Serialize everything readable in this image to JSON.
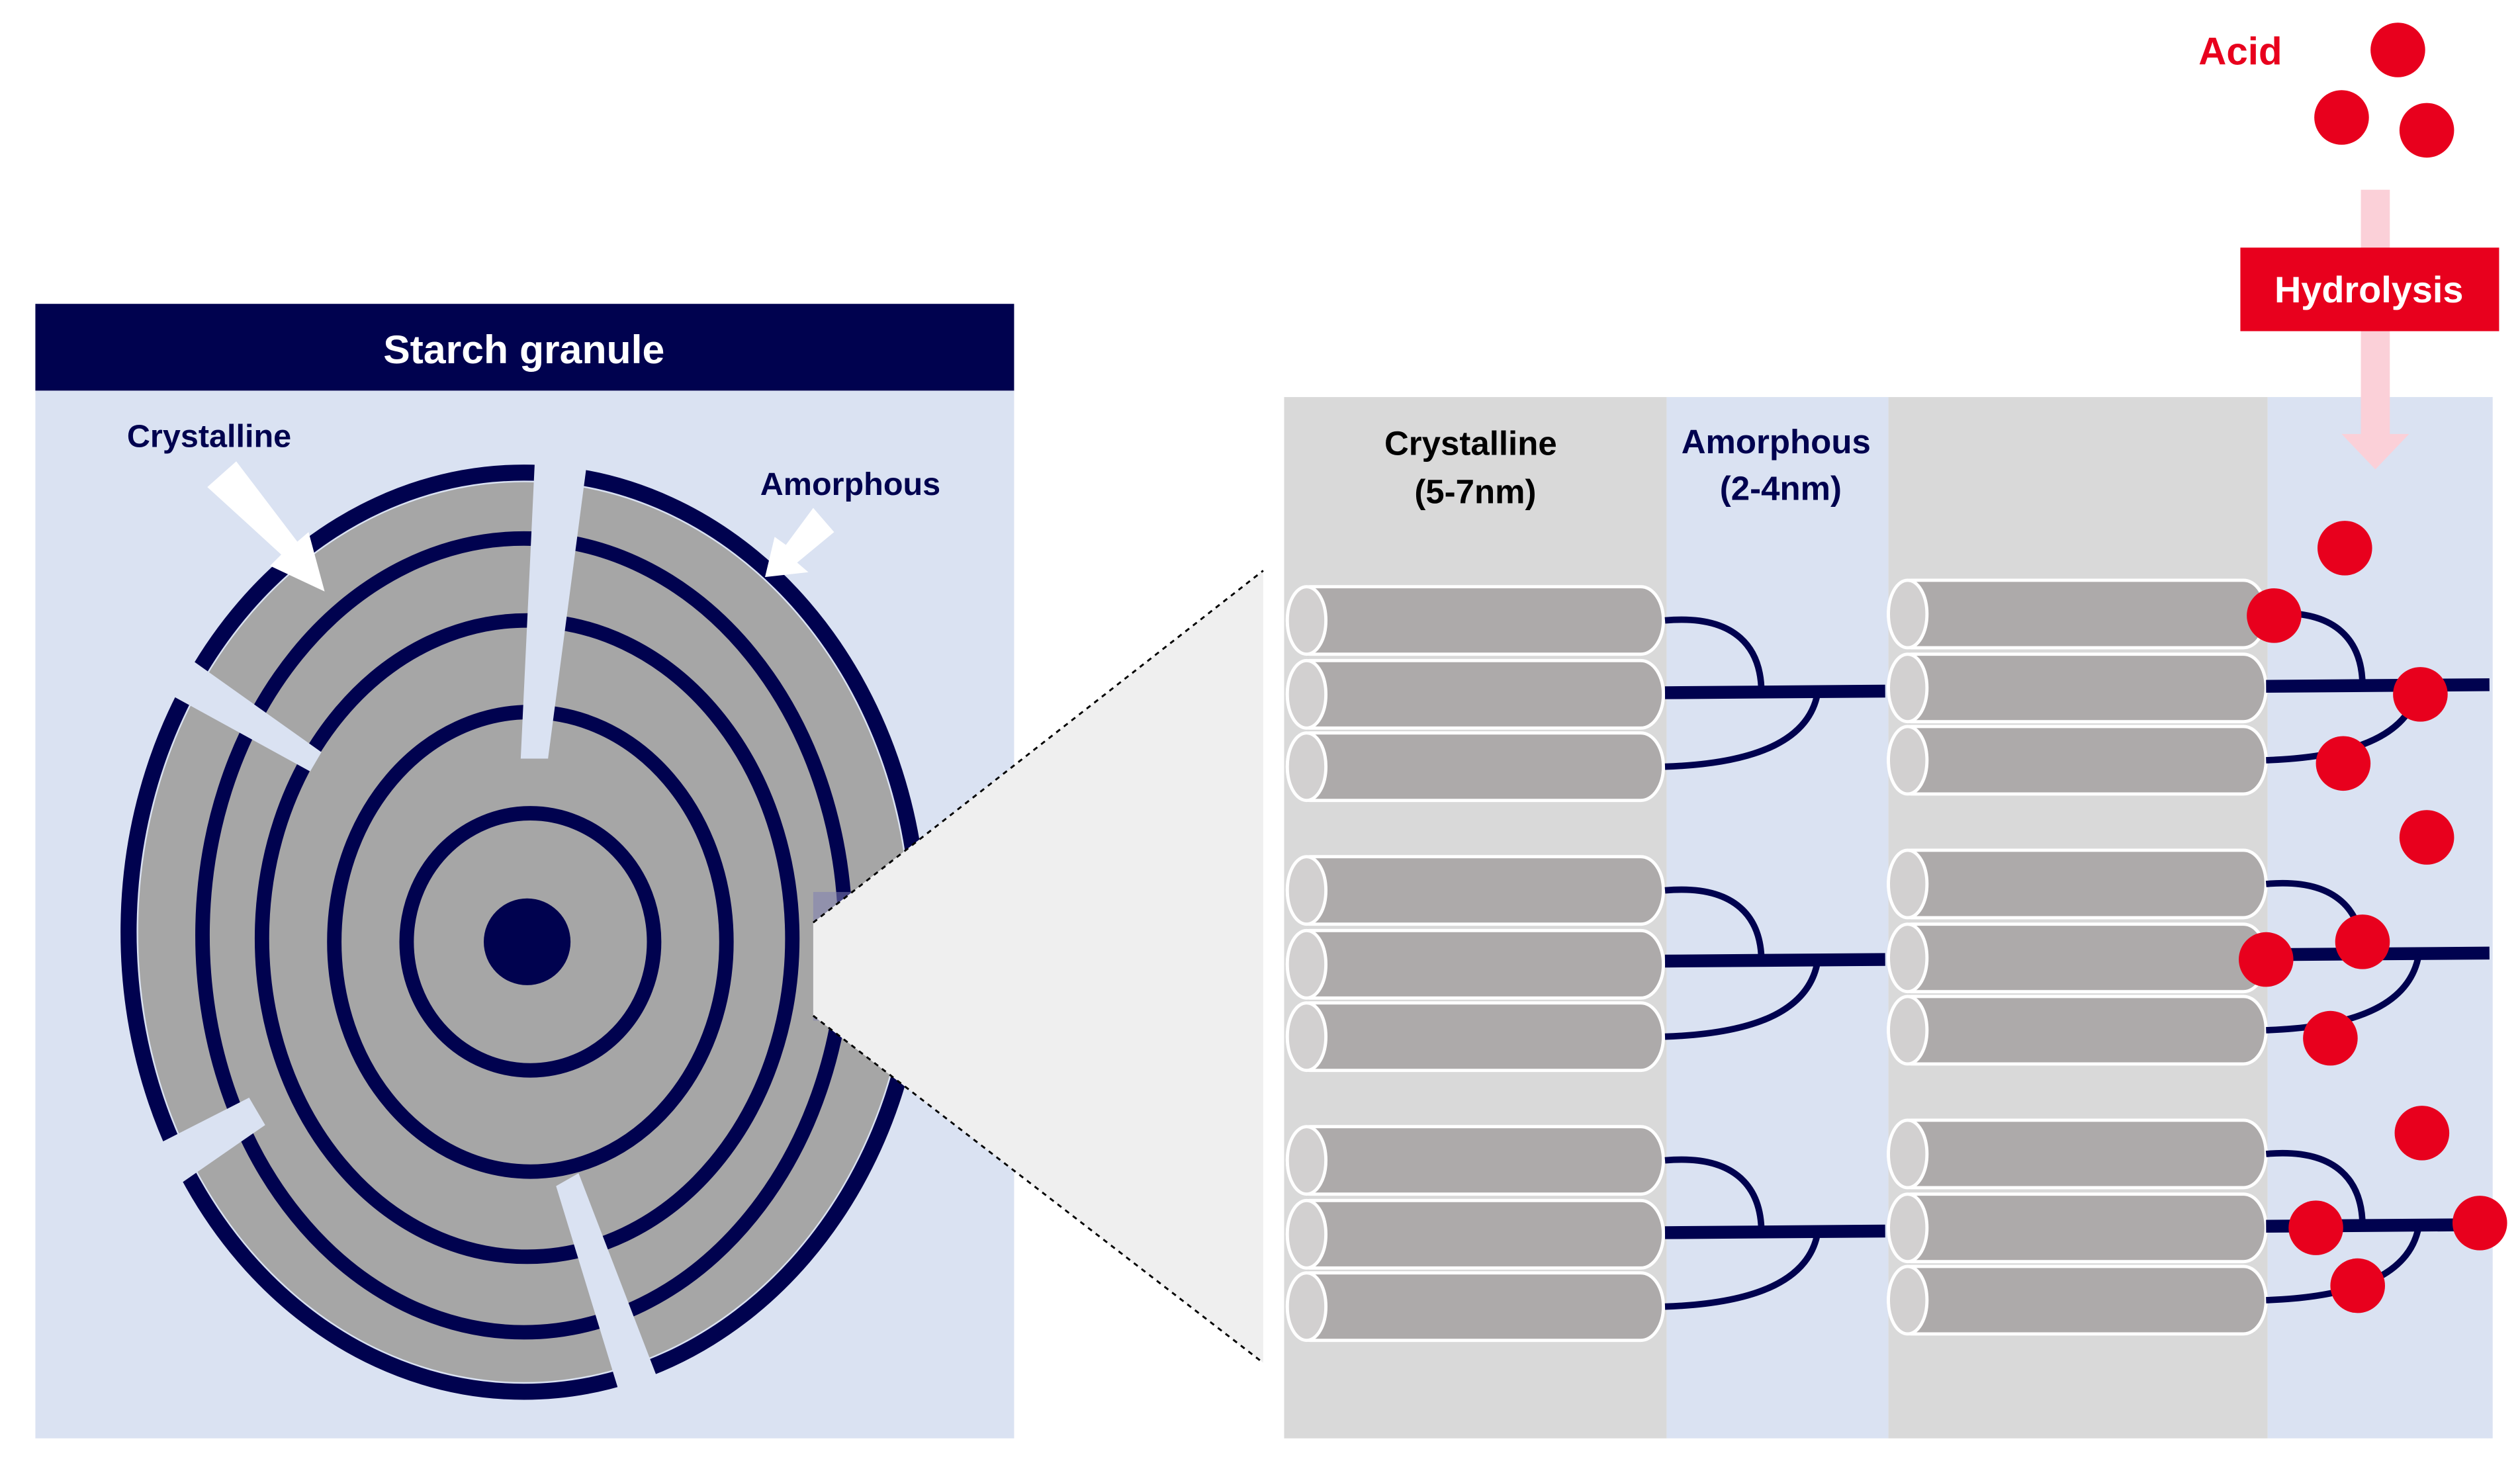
{
  "granule": {
    "title": "Starch granule",
    "crystalline_label": "Crystalline",
    "amorphous_label": "Amorphous"
  },
  "zoom": {
    "crystalline_label_line1": "Crystalline",
    "crystalline_label_line2": "(5-7nm)",
    "amorphous_label_line1": "Amorphous",
    "amorphous_label_line2": "(2-4nm)"
  },
  "acid": {
    "label": "Acid",
    "hydrolysis_label": "Hydrolysis"
  },
  "colors": {
    "navy": "#00024F",
    "light_blue": "#DAE2F2",
    "gray_band": "#D9D9D9",
    "cylinder": "#ADAAAA",
    "acid_red": "#E8001D",
    "hydrolysis_arrow": "#FBD0D8"
  }
}
